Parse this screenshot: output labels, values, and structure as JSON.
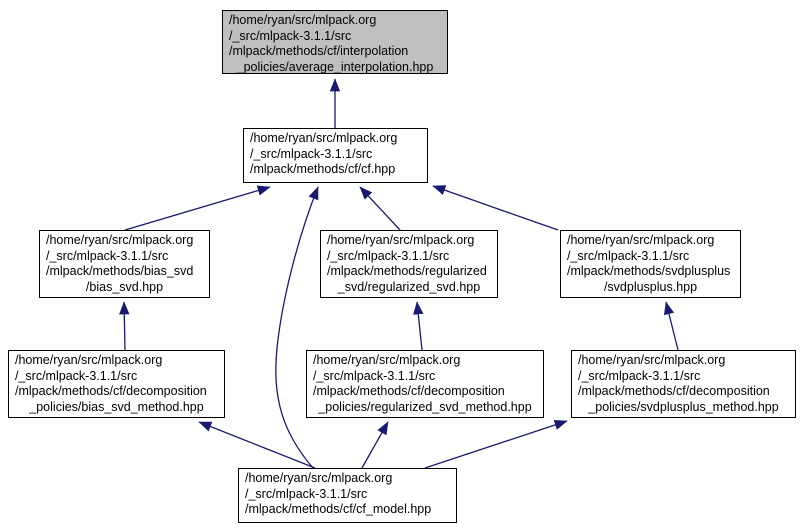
{
  "diagram": {
    "kind": "include-dependency-graph",
    "colors": {
      "edge": "#191970",
      "node_fill": "#ffffff",
      "current_node_fill": "#bfbfbf",
      "node_border": "#000000",
      "background": "#ffffff"
    },
    "nodes": {
      "interpolation": {
        "lines": [
          "/home/ryan/src/mlpack.org",
          "/_src/mlpack-3.1.1/src",
          "/mlpack/methods/cf/interpolation",
          "_policies/average_interpolation.hpp"
        ]
      },
      "cf": {
        "lines": [
          "/home/ryan/src/mlpack.org",
          "/_src/mlpack-3.1.1/src",
          "/mlpack/methods/cf/cf.hpp"
        ]
      },
      "bias_svd": {
        "lines": [
          "/home/ryan/src/mlpack.org",
          "/_src/mlpack-3.1.1/src",
          "/mlpack/methods/bias_svd",
          "/bias_svd.hpp"
        ]
      },
      "regularized_svd": {
        "lines": [
          "/home/ryan/src/mlpack.org",
          "/_src/mlpack-3.1.1/src",
          "/mlpack/methods/regularized",
          "_svd/regularized_svd.hpp"
        ]
      },
      "svdplusplus": {
        "lines": [
          "/home/ryan/src/mlpack.org",
          "/_src/mlpack-3.1.1/src",
          "/mlpack/methods/svdplusplus",
          "/svdplusplus.hpp"
        ]
      },
      "bias_svd_method": {
        "lines": [
          "/home/ryan/src/mlpack.org",
          "/_src/mlpack-3.1.1/src",
          "/mlpack/methods/cf/decomposition",
          "_policies/bias_svd_method.hpp"
        ]
      },
      "regularized_svd_method": {
        "lines": [
          "/home/ryan/src/mlpack.org",
          "/_src/mlpack-3.1.1/src",
          "/mlpack/methods/cf/decomposition",
          "_policies/regularized_svd_method.hpp"
        ]
      },
      "svdplusplus_method": {
        "lines": [
          "/home/ryan/src/mlpack.org",
          "/_src/mlpack-3.1.1/src",
          "/mlpack/methods/cf/decomposition",
          "_policies/svdplusplus_method.hpp"
        ]
      },
      "cf_model": {
        "lines": [
          "/home/ryan/src/mlpack.org",
          "/_src/mlpack-3.1.1/src",
          "/mlpack/methods/cf/cf_model.hpp"
        ]
      }
    },
    "edges": [
      {
        "from": "cf",
        "to": "interpolation"
      },
      {
        "from": "bias_svd",
        "to": "cf"
      },
      {
        "from": "regularized_svd",
        "to": "cf"
      },
      {
        "from": "svdplusplus",
        "to": "cf"
      },
      {
        "from": "cf_model",
        "to": "cf"
      },
      {
        "from": "bias_svd_method",
        "to": "bias_svd"
      },
      {
        "from": "regularized_svd_method",
        "to": "regularized_svd"
      },
      {
        "from": "svdplusplus_method",
        "to": "svdplusplus"
      },
      {
        "from": "cf_model",
        "to": "bias_svd_method"
      },
      {
        "from": "cf_model",
        "to": "regularized_svd_method"
      },
      {
        "from": "cf_model",
        "to": "svdplusplus_method"
      }
    ]
  }
}
